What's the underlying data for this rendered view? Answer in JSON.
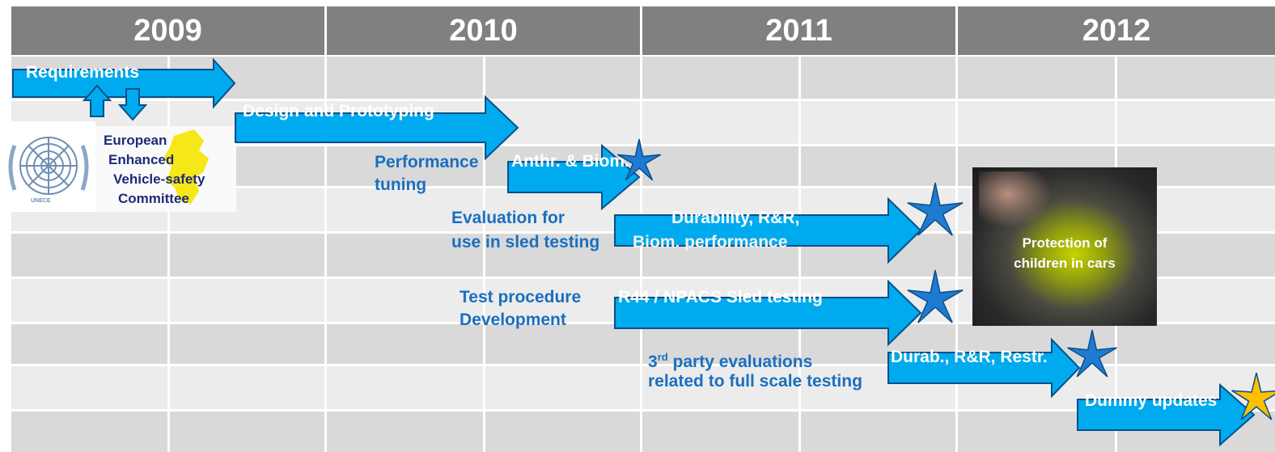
{
  "colors": {
    "header_bg": "#808080",
    "band_dark": "#d9d9d9",
    "band_light": "#eeeeee",
    "arrow_fill": "#00aaee",
    "arrow_stroke": "#0a4f8a",
    "star_blue": "#1f7bd1",
    "star_gold": "#ffc000",
    "note_text": "#1a6fbf"
  },
  "years": [
    "2009",
    "2010",
    "2011",
    "2012"
  ],
  "phases": {
    "requirements": "Requirements",
    "design": "Design and Prototyping",
    "anthr": "Anthr. & Biom.",
    "durability": "Durability, R&R,",
    "durability2": "Biom. performance",
    "r44": "R44 / NPACS Sled testing",
    "durab": "Durab., R&R, Restr.",
    "dummy": "Dummy updates"
  },
  "notes": {
    "performance_1": "Performance",
    "performance_2": "tuning",
    "evaluation_1": "Evaluation for",
    "evaluation_2": "use in sled testing",
    "test_1": "Test procedure",
    "test_2": "Development",
    "third_sup": "rd",
    "third_1": "3",
    "third_1b": " party evaluations",
    "third_2": "related to full scale testing"
  },
  "committee": {
    "line1": "European",
    "line2": "Enhanced",
    "line3": "Vehicle-safety",
    "line4": "Committee",
    "emblem_caption": "UNECE"
  },
  "photo": {
    "caption_1": "Protection of",
    "caption_2": "children in cars"
  },
  "icons": {
    "up": "arrow-up-icon",
    "down": "arrow-down-icon",
    "star": "star-icon",
    "emblem": "un-emblem-icon"
  }
}
